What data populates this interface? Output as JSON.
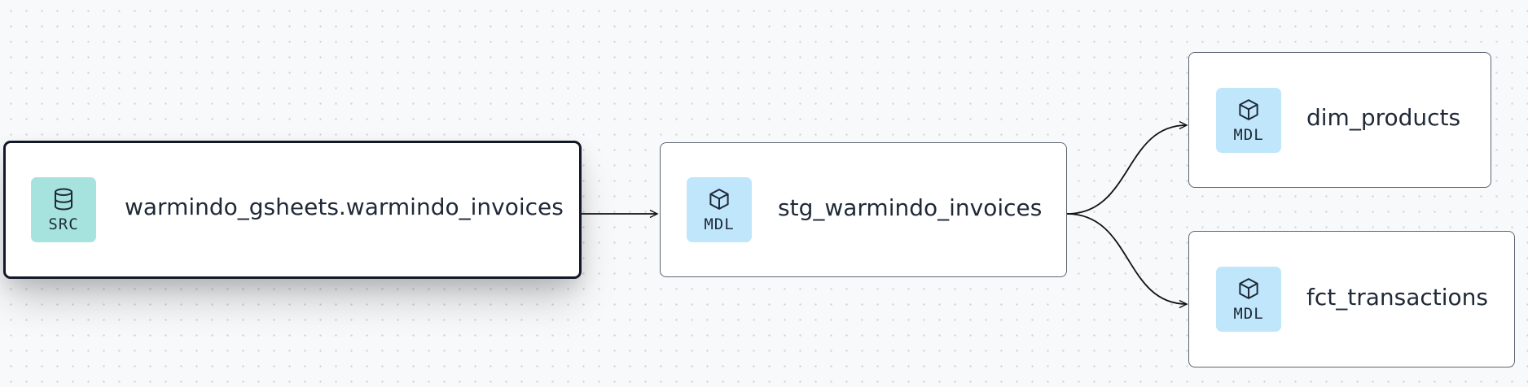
{
  "graph": {
    "nodes": [
      {
        "id": "warmindo_gsheets.warmindo_invoices",
        "label": "warmindo_gsheets.warmindo_invoices",
        "badge": "SRC",
        "icon": "database-icon",
        "selected": true
      },
      {
        "id": "stg_warmindo_invoices",
        "label": "stg_warmindo_invoices",
        "badge": "MDL",
        "icon": "cube-icon",
        "selected": false
      },
      {
        "id": "dim_products",
        "label": "dim_products",
        "badge": "MDL",
        "icon": "cube-icon",
        "selected": false
      },
      {
        "id": "fct_transactions",
        "label": "fct_transactions",
        "badge": "MDL",
        "icon": "cube-icon",
        "selected": false
      }
    ],
    "edges": [
      {
        "from": "warmindo_gsheets.warmindo_invoices",
        "to": "stg_warmindo_invoices"
      },
      {
        "from": "stg_warmindo_invoices",
        "to": "dim_products"
      },
      {
        "from": "stg_warmindo_invoices",
        "to": "fct_transactions"
      }
    ]
  },
  "colors": {
    "src_badge": "#a7e3de",
    "mdl_badge": "#bfe6fb",
    "edge": "#111111",
    "selected_border": "#111827"
  }
}
